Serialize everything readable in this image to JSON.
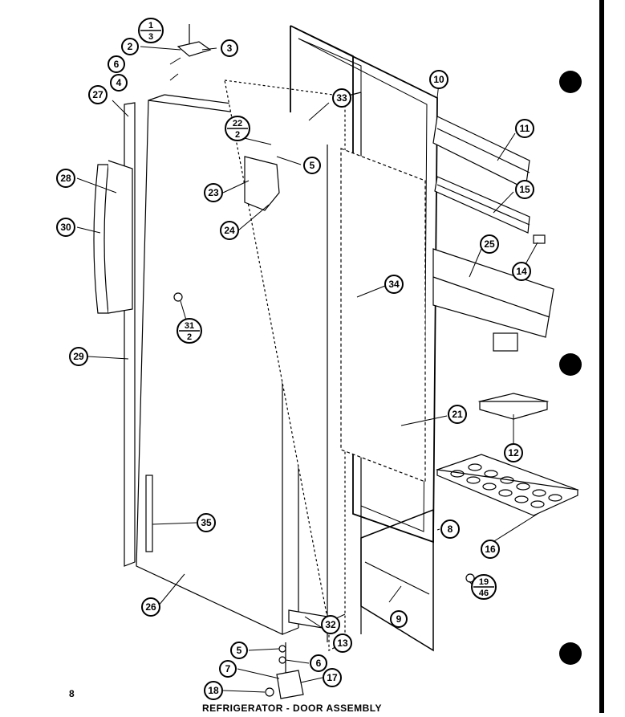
{
  "page": {
    "number": "8",
    "title": "REFRIGERATOR - DOOR ASSEMBLY"
  },
  "callouts": {
    "c2": "2",
    "c3": "3",
    "c4": "4",
    "c5a": "5",
    "c5b": "5",
    "c6a": "6",
    "c6b": "6",
    "c7": "7",
    "c8": "8",
    "c9": "9",
    "c10": "10",
    "c11": "11",
    "c12": "12",
    "c13": "13",
    "c14": "14",
    "c15": "15",
    "c16": "16",
    "c17": "17",
    "c18": "18",
    "c21": "21",
    "c23": "23",
    "c24": "24",
    "c25": "25",
    "c26": "26",
    "c27": "27",
    "c28": "28",
    "c29": "29",
    "c30": "30",
    "c32": "32",
    "c33": "33",
    "c34": "34",
    "c35": "35"
  },
  "fractions": {
    "f1": {
      "top": "1",
      "bottom": "3"
    },
    "f22": {
      "top": "22",
      "bottom": "2"
    },
    "f31": {
      "top": "31",
      "bottom": "2"
    },
    "f19": {
      "top": "19",
      "bottom": "46"
    }
  },
  "colors": {
    "ink": "#000000",
    "paper": "#ffffff"
  }
}
